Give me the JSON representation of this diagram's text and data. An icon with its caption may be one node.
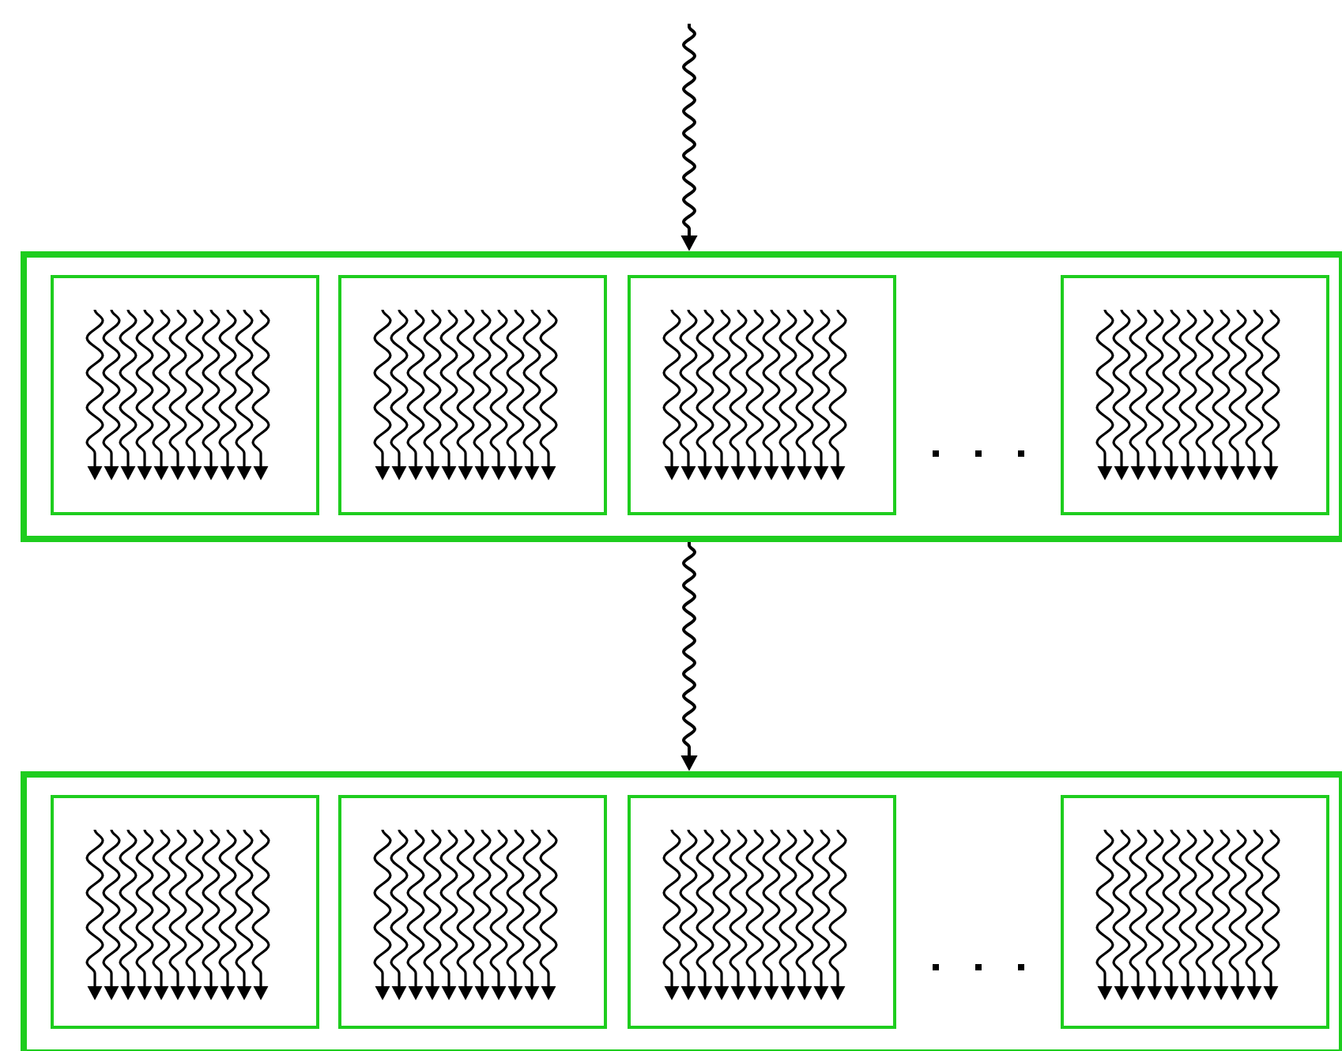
{
  "diagram": {
    "nodes": [
      {
        "text": [],
        "shape": "box"
      },
      {
        "text": [],
        "shape": "box",
        "in": 0
      },
      {
        "text": [],
        "shape": "box",
        "in": 0
      },
      {
        "text": [],
        "shape": "box",
        "in": 0
      },
      {
        "text": [],
        "shape": "box",
        "in": 0
      },
      {
        "text": [],
        "shape": "box"
      },
      {
        "text": [],
        "shape": "box",
        "in": 5
      },
      {
        "text": [],
        "shape": "box",
        "in": 5
      },
      {
        "text": [],
        "shape": "box",
        "in": 5
      },
      {
        "text": [],
        "shape": "box",
        "in": 5
      }
    ],
    "edges": [
      {
        "from": null,
        "to": 0,
        "arrow": "to"
      },
      {
        "from": 0,
        "to": 5,
        "arrow": "to"
      }
    ]
  }
}
